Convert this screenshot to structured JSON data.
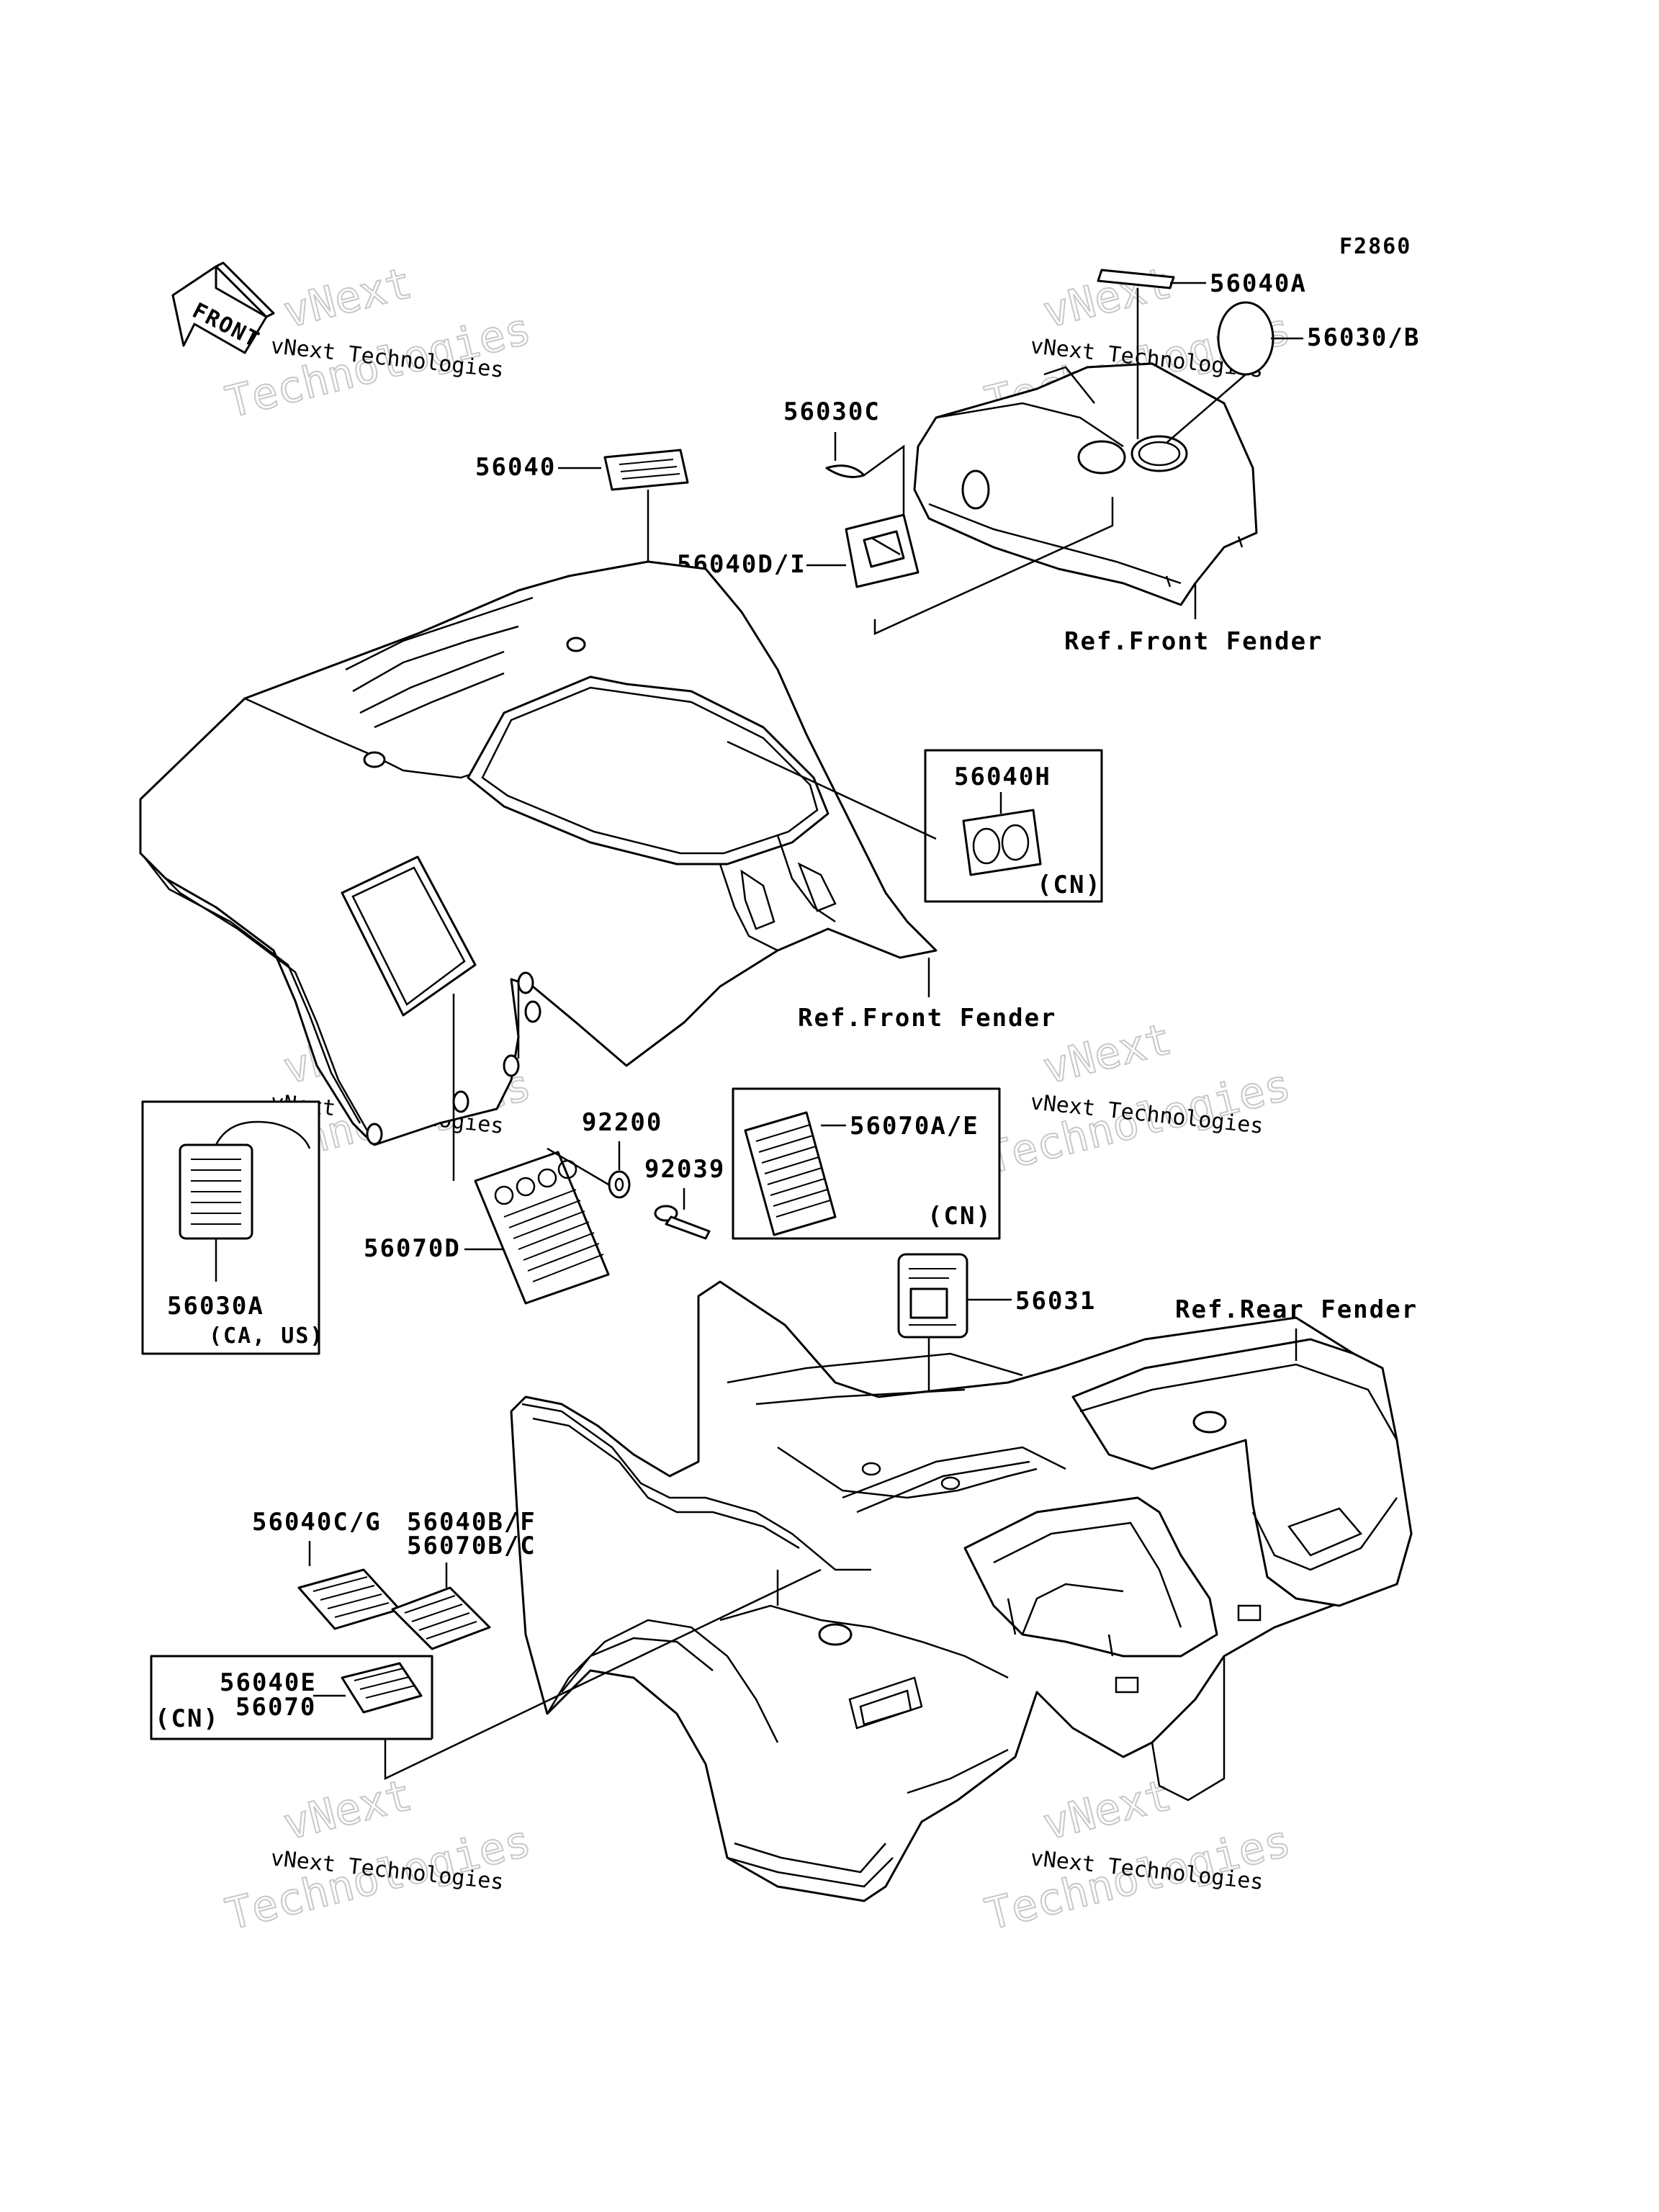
{
  "diagram": {
    "code": "F2860",
    "front_arrow": "FRONT",
    "watermark": {
      "line_small": "vNext Technologies",
      "outline_top": "vNext",
      "outline_bottom": "Technologies"
    },
    "refs": {
      "front_fender_top": "Ref.Front Fender",
      "front_fender_mid": "Ref.Front Fender",
      "rear_fender": "Ref.Rear Fender"
    },
    "parts": {
      "p56040A": "56040A",
      "p56030B": "56030/B",
      "p56030C": "56030C",
      "p56040": "56040",
      "p56040DI": "56040D/I",
      "p56040H": "56040H",
      "p56040H_note": "(CN)",
      "p92200": "92200",
      "p92039": "92039",
      "p56070AE": "56070A/E",
      "p56070AE_note": "(CN)",
      "p56070D": "56070D",
      "p56030A": "56030A",
      "p56030A_note": "(CA, US)",
      "p56031": "56031",
      "p56040CG": "56040C/G",
      "p56040BF": "56040B/F",
      "p56070BC": "56070B/C",
      "p56040E": "56040E",
      "p56070": "56070",
      "p56040E_note": "(CN)"
    }
  }
}
